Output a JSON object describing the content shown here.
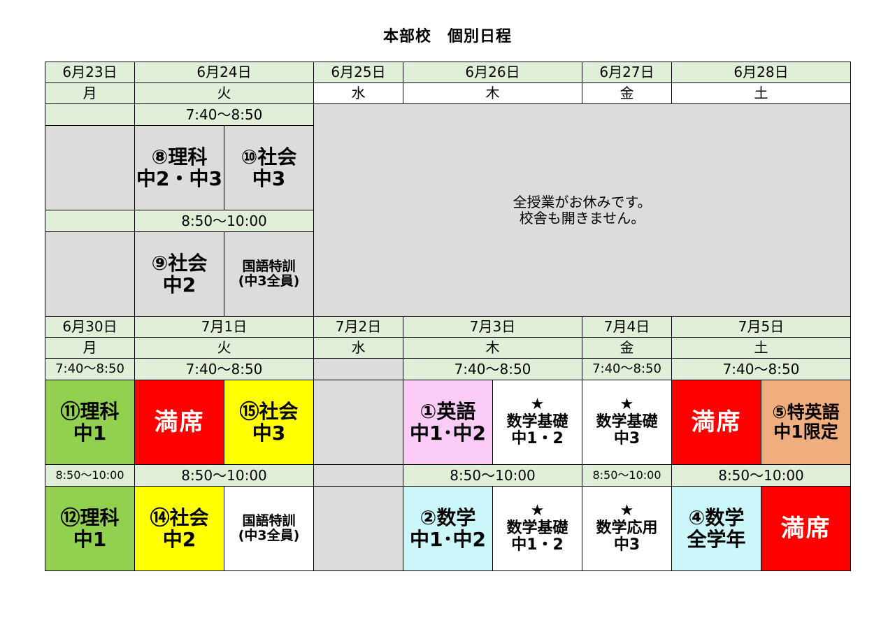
{
  "title": "本部校　個別日程",
  "week1": {
    "dates": [
      "6月23日",
      "6月24日",
      "6月25日",
      "6月26日",
      "6月27日",
      "6月28日"
    ],
    "days": [
      "月",
      "火",
      "水",
      "木",
      "金",
      "土"
    ],
    "slot1_time": "7:40～8:50",
    "slot2_time": "8:50～10:00",
    "tue_s1_a": [
      "⑧理科",
      "中2・中3"
    ],
    "tue_s1_b": [
      "⑩社会",
      "中3"
    ],
    "tue_s2_a": [
      "⑨社会",
      "中2"
    ],
    "tue_s2_b": [
      "国語特訓",
      "(中3全員)"
    ],
    "closed": [
      "全授業がお休みです。",
      "校舎も開きません。"
    ]
  },
  "week2": {
    "dates": [
      "6月30日",
      "7月1日",
      "7月2日",
      "7月3日",
      "7月4日",
      "7月5日"
    ],
    "days": [
      "月",
      "火",
      "水",
      "木",
      "金",
      "土"
    ],
    "times1": [
      "7:40～8:50",
      "7:40～8:50",
      "",
      "7:40～8:50",
      "7:40～8:50",
      "7:40～8:50"
    ],
    "times2": [
      "8:50～10:00",
      "8:50～10:00",
      "",
      "8:50～10:00",
      "8:50～10:00",
      "8:50～10:00"
    ],
    "slot1": {
      "mon": [
        "⑪理科",
        "中1"
      ],
      "tue_a": [
        "満席"
      ],
      "tue_b": [
        "⑮社会",
        "中3"
      ],
      "thu_a": [
        "①英語",
        "中1･中2"
      ],
      "thu_b": [
        "★",
        "数学基礎",
        "中1・2"
      ],
      "fri": [
        "★",
        "数学基礎",
        "中3"
      ],
      "sat_a": [
        "満席"
      ],
      "sat_b": [
        "⑤特英語",
        "中1限定"
      ]
    },
    "slot2": {
      "mon": [
        "⑫理科",
        "中1"
      ],
      "tue_a": [
        "⑭社会",
        "中2"
      ],
      "tue_b": [
        "国語特訓",
        "(中3全員)"
      ],
      "thu_a": [
        "②数学",
        "中1･中2"
      ],
      "thu_b": [
        "★",
        "数学基礎",
        "中1・2"
      ],
      "fri": [
        "★",
        "数学応用",
        "中3"
      ],
      "sat_a": [
        "④数学",
        "全学年"
      ],
      "sat_b": [
        "満席"
      ]
    }
  },
  "colors": {
    "header_green": "#e1efd9",
    "closed_gray": "#dcdcdc",
    "science_green": "#92d050",
    "full_red": "#ff0000",
    "social_yellow": "#ffff00",
    "english_pink": "#fbccf8",
    "math_cyan": "#ccf7fa",
    "special_english_salmon": "#f0ad7d"
  }
}
